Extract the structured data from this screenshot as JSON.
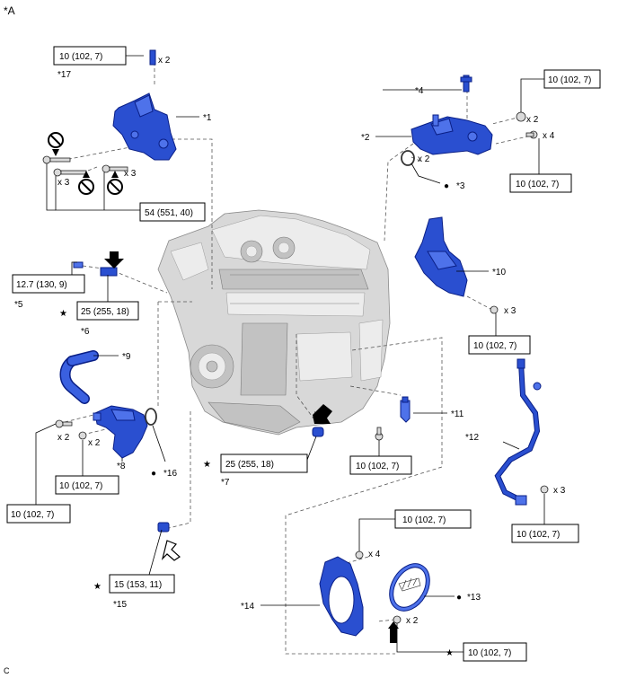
{
  "figure_id": "*A",
  "corner_mark": "C",
  "symbols": {
    "star": "★",
    "dot": "●"
  },
  "torque_values": {
    "t10": "10 (102, 7)",
    "t54": "54 (551, 40)",
    "t12_7": "12.7 (130, 9)",
    "t25": "25 (255, 18)",
    "t15": "15 (153, 11)"
  },
  "quantities": {
    "x2": "x 2",
    "x3": "x 3",
    "x4": "x 4"
  },
  "callouts": {
    "c1": "*1",
    "c2": "*2",
    "c3": "*3",
    "c4": "*4",
    "c5": "*5",
    "c6": "*6",
    "c7": "*7",
    "c8": "*8",
    "c9": "*9",
    "c10": "*10",
    "c11": "*11",
    "c12": "*12",
    "c13": "*13",
    "c14": "*14",
    "c15": "*15",
    "c16": "*16",
    "c17": "*17"
  },
  "colors": {
    "part_blue": "#2a4fd0",
    "engine_gray": "#d8d8d8"
  },
  "icons": [
    "no-reuse-icon",
    "arrow-icon",
    "star-icon",
    "dot-icon"
  ]
}
